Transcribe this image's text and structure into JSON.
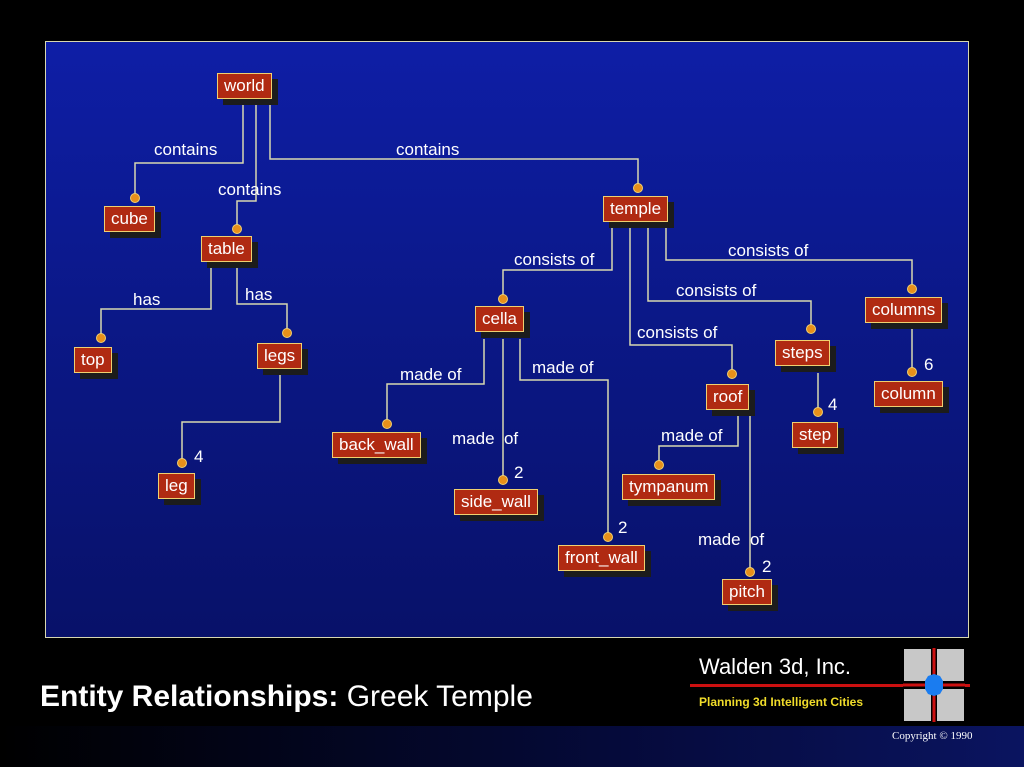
{
  "nodes": {
    "world": "world",
    "cube": "cube",
    "table": "table",
    "temple": "temple",
    "top": "top",
    "legs": "legs",
    "leg": "leg",
    "cella": "cella",
    "columns": "columns",
    "steps": "steps",
    "roof": "roof",
    "back_wall": "back_wall",
    "side_wall": "side_wall",
    "front_wall": "front_wall",
    "tympanum": "tympanum",
    "pitch": "pitch",
    "step": "step",
    "column": "column"
  },
  "labels": {
    "world_cube": "contains",
    "world_table": "contains",
    "world_temple": "contains",
    "table_top": "has",
    "table_legs": "has",
    "legs_leg_count": "4",
    "temple_cella": "consists of",
    "temple_columns": "consists of",
    "temple_steps": "consists of",
    "temple_roof": "consists of",
    "cella_back_wall": "made of",
    "cella_side_wall": "made  of",
    "cella_front_wall": "made of",
    "side_wall_count": "2",
    "front_wall_count": "2",
    "roof_tympanum": "made of",
    "roof_pitch": "made  of",
    "pitch_count": "2",
    "steps_step_count": "4",
    "columns_column_count": "6"
  },
  "footer": {
    "title_bold": "Entity Relationships:",
    "title_rest": " Greek Temple",
    "company": "Walden 3d, Inc.",
    "tagline": "Planning 3d Intelligent Cities",
    "copyright": "Copyright © 1990"
  },
  "colors": {
    "panel": "#0c1a96",
    "node_fill": "#b02a12",
    "node_border": "#f0d070",
    "connector": "#d8d8b0",
    "tagline": "#f0dc2a",
    "accent_red": "#cc1010"
  }
}
